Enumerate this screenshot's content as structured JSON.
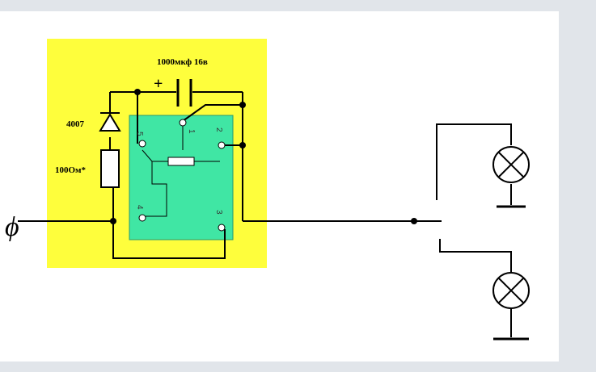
{
  "labels": {
    "capacitor": "1000мкф 16в",
    "diode": "4007",
    "resistor": "100Ом*",
    "plus": "+",
    "input": "ϕ"
  },
  "relay_pins": {
    "p5": "5",
    "p1": "1",
    "p2": "2",
    "p4": "4",
    "p3": "3"
  },
  "colors": {
    "board": "#fefe3c",
    "relay": "#40e6a4",
    "wire": "#000000",
    "background": "#e1e5ea"
  },
  "icons": [
    "diode-icon",
    "resistor-icon",
    "capacitor-icon",
    "lamp-icon",
    "ground-icon"
  ]
}
